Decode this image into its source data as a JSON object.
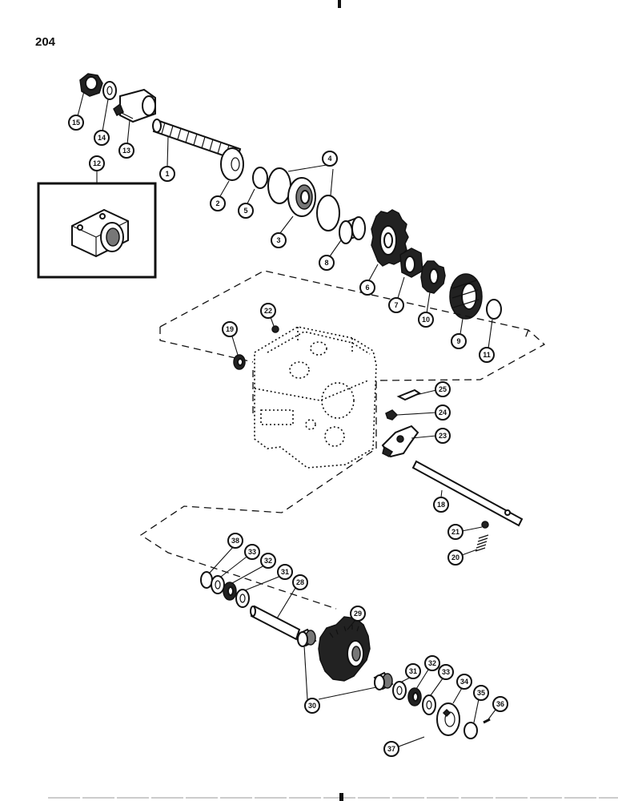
{
  "page_number": "204",
  "callouts": {
    "c1": "1",
    "c2": "2",
    "c3": "3",
    "c4": "4",
    "c5": "5",
    "c6": "6",
    "c7": "7",
    "c8": "8",
    "c9": "9",
    "c10": "10",
    "c11": "11",
    "c12": "12",
    "c13": "13",
    "c14": "14",
    "c15": "15",
    "c18": "18",
    "c19": "19",
    "c20": "20",
    "c21": "21",
    "c22": "22",
    "c23": "23",
    "c24": "24",
    "c25": "25",
    "c28": "28",
    "c29": "29",
    "c30": "30",
    "c31a": "31",
    "c31b": "31",
    "c32a": "32",
    "c32b": "32",
    "c33a": "33",
    "c33b": "33",
    "c34": "34",
    "c35": "35",
    "c36": "36",
    "c37": "37",
    "c38": "38"
  }
}
